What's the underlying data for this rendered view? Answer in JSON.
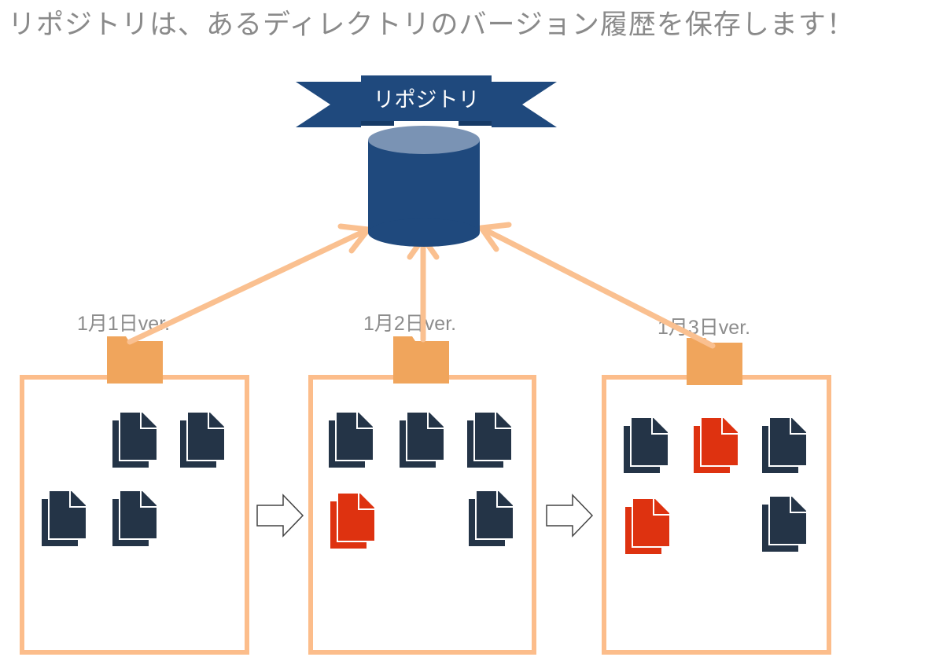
{
  "title": "リポジトリは、あるディレクトリのバージョン履歴を保存します！",
  "repository": {
    "label": "リポジトリ",
    "colors": {
      "body": "#1f497d",
      "top": "#7a93b4",
      "ribbon": "#1f497d"
    },
    "icon": "database-icon"
  },
  "colors": {
    "arrow": "#fac090",
    "folder": "#f0a55c",
    "box_border": "#fcbd8b",
    "file_unchanged": "#243447",
    "file_changed": "#de3210"
  },
  "versions": [
    {
      "label": "1月1日ver.",
      "files": [
        {
          "state": "unchanged"
        },
        {
          "state": "unchanged"
        },
        {
          "state": "unchanged"
        },
        {
          "state": "unchanged"
        }
      ]
    },
    {
      "label": "1月2日ver.",
      "files": [
        {
          "state": "unchanged"
        },
        {
          "state": "unchanged"
        },
        {
          "state": "unchanged"
        },
        {
          "state": "changed"
        },
        {
          "state": "unchanged"
        }
      ]
    },
    {
      "label": "1月3日ver.",
      "files": [
        {
          "state": "unchanged"
        },
        {
          "state": "changed"
        },
        {
          "state": "unchanged"
        },
        {
          "state": "changed"
        },
        {
          "state": "unchanged"
        }
      ]
    }
  ],
  "connectors": [
    {
      "from": "1月1日ver.",
      "to": "1月2日ver.",
      "icon": "next-arrow-icon"
    },
    {
      "from": "1月2日ver.",
      "to": "1月3日ver.",
      "icon": "next-arrow-icon"
    }
  ]
}
